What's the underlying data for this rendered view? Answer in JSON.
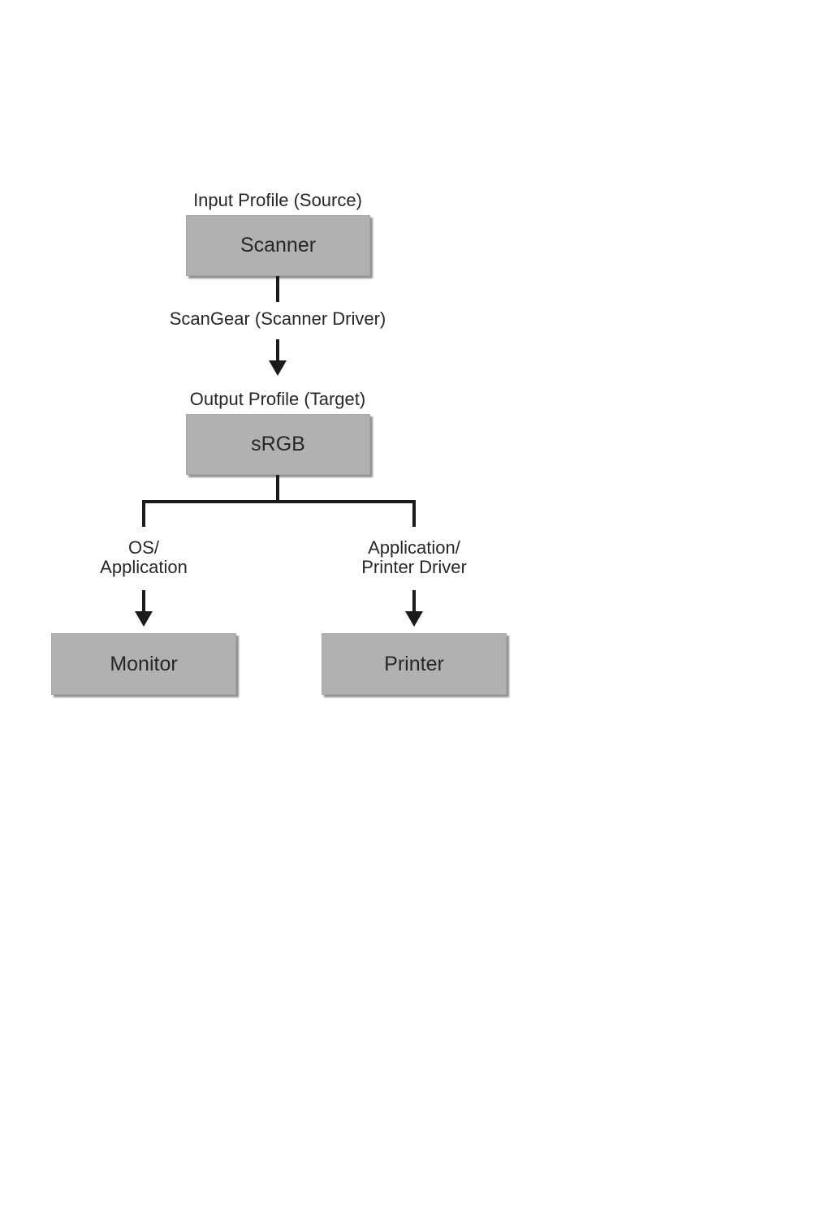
{
  "colors": {
    "page_background": "#ffffff",
    "box_fill": "#b1b1b1",
    "box_border": "#a6a6a6",
    "box_shadow": "#696969",
    "connector_line": "#1b1b1b",
    "text": "#2b2527"
  },
  "diagram": {
    "input_profile_label": "Input Profile (Source)",
    "scanner_box_label": "Scanner",
    "scangear_label": "ScanGear (Scanner Driver)",
    "output_profile_label": "Output Profile (Target)",
    "srgb_box_label": "sRGB",
    "left_branch": {
      "line1": "OS/",
      "line2": "Application"
    },
    "right_branch": {
      "line1": "Application/",
      "line2": "Printer Driver"
    },
    "monitor_box_label": "Monitor",
    "printer_box_label": "Printer"
  }
}
